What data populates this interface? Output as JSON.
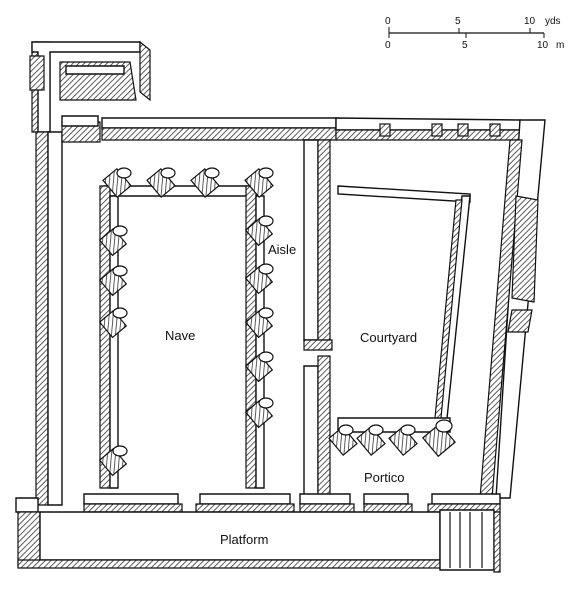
{
  "labels": {
    "aisle": "Aisle",
    "nave": "Nave",
    "courtyard": "Courtyard",
    "portico": "Portico",
    "platform": "Platform"
  },
  "scale": {
    "yards_ticks": [
      "0",
      "5",
      "10"
    ],
    "yards_unit": "yds",
    "metres_ticks": [
      "0",
      "5",
      "10"
    ],
    "metres_unit": "m"
  },
  "colors": {
    "ink": "#111111",
    "paper": "#ffffff"
  }
}
